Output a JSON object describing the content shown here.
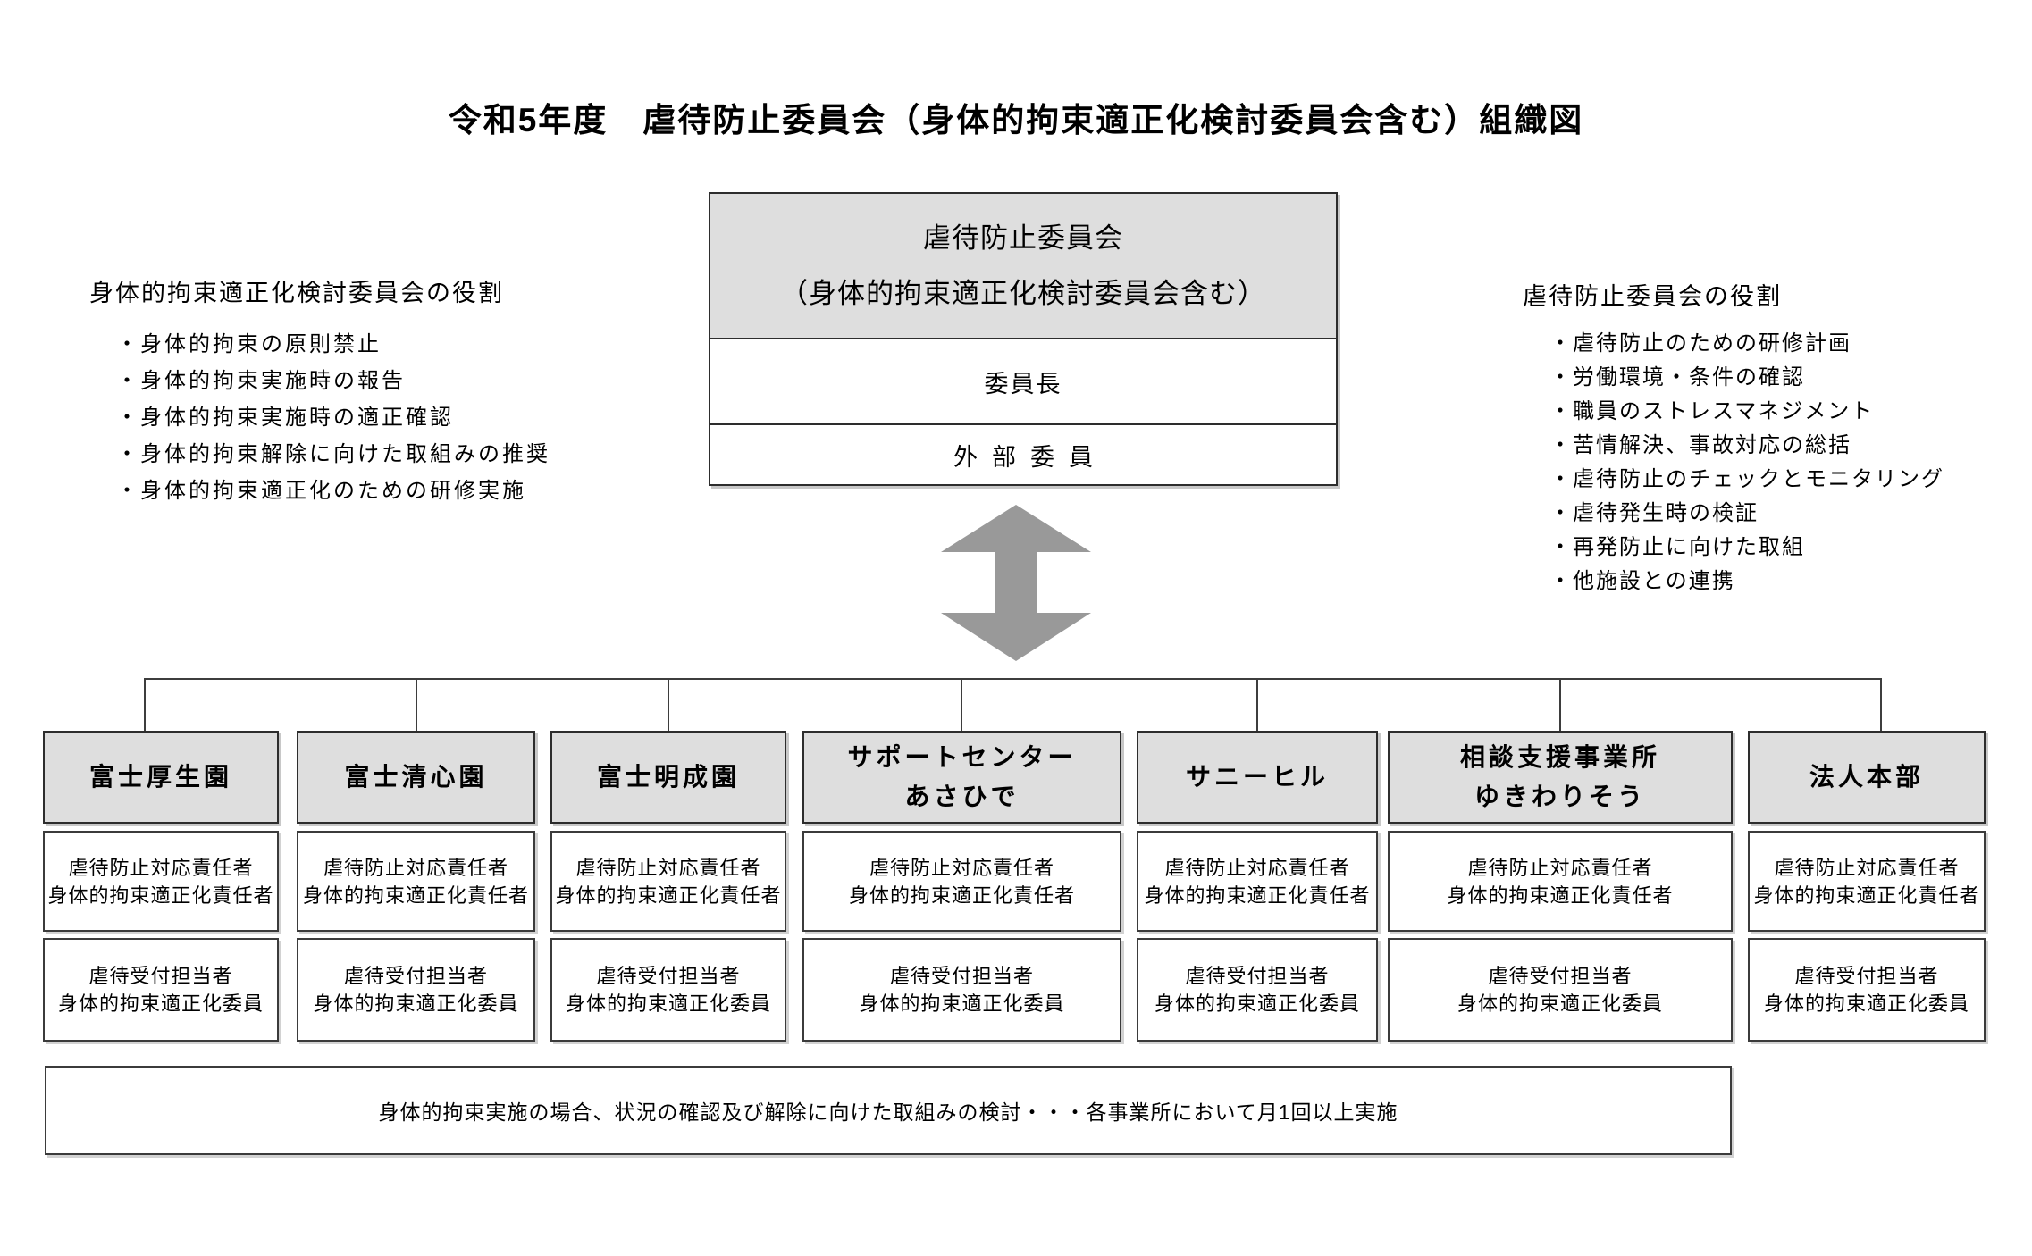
{
  "title": "令和5年度　虐待防止委員会（身体的拘束適正化検討委員会含む）組織図",
  "committee": {
    "line1": "虐待防止委員会",
    "line2": "（身体的拘束適正化検討委員会含む）",
    "chair": "委員長",
    "external": "外部委員"
  },
  "left_roles": {
    "heading": "身体的拘束適正化検討委員会の役割",
    "items": [
      "・身体的拘束の原則禁止",
      "・身体的拘束実施時の報告",
      "・身体的拘束実施時の適正確認",
      "・身体的拘束解除に向けた取組みの推奨",
      "・身体的拘束適正化のための研修実施"
    ]
  },
  "right_roles": {
    "heading": "虐待防止委員会の役割",
    "items": [
      "・虐待防止のための研修計画",
      "・労働環境・条件の確認",
      "・職員のストレスマネジメント",
      "・苦情解決、事故対応の総括",
      "・虐待防止のチェックとモニタリング",
      "・虐待発生時の検証",
      "・再発防止に向けた取組",
      "・他施設との連携"
    ]
  },
  "sites": [
    {
      "line1": "富士厚生園",
      "line2": ""
    },
    {
      "line1": "富士清心園",
      "line2": ""
    },
    {
      "line1": "富士明成園",
      "line2": ""
    },
    {
      "line1": "サポートセンター",
      "line2": "あさひで"
    },
    {
      "line1": "サニーヒル",
      "line2": ""
    },
    {
      "line1": "相談支援事業所",
      "line2": "ゆきわりそう"
    },
    {
      "line1": "法人本部",
      "line2": ""
    }
  ],
  "site_boxes": {
    "top": [
      "虐待防止対応責任者",
      "身体的拘束適正化責任者"
    ],
    "bottom": [
      "虐待受付担当者",
      "身体的拘束適正化委員"
    ]
  },
  "bottom_note": "身体的拘束実施の場合、状況の確認及び解除に向けた取組みの検討・・・各事業所において月1回以上実施",
  "icons": {
    "exchange_arrow": "up-down-double-arrow"
  },
  "colors": {
    "header_fill": "#dedede",
    "arrow": "#999999",
    "line": "#3d3d3d",
    "border": "#2d2d2d",
    "shadow": "#c8c8c8"
  }
}
